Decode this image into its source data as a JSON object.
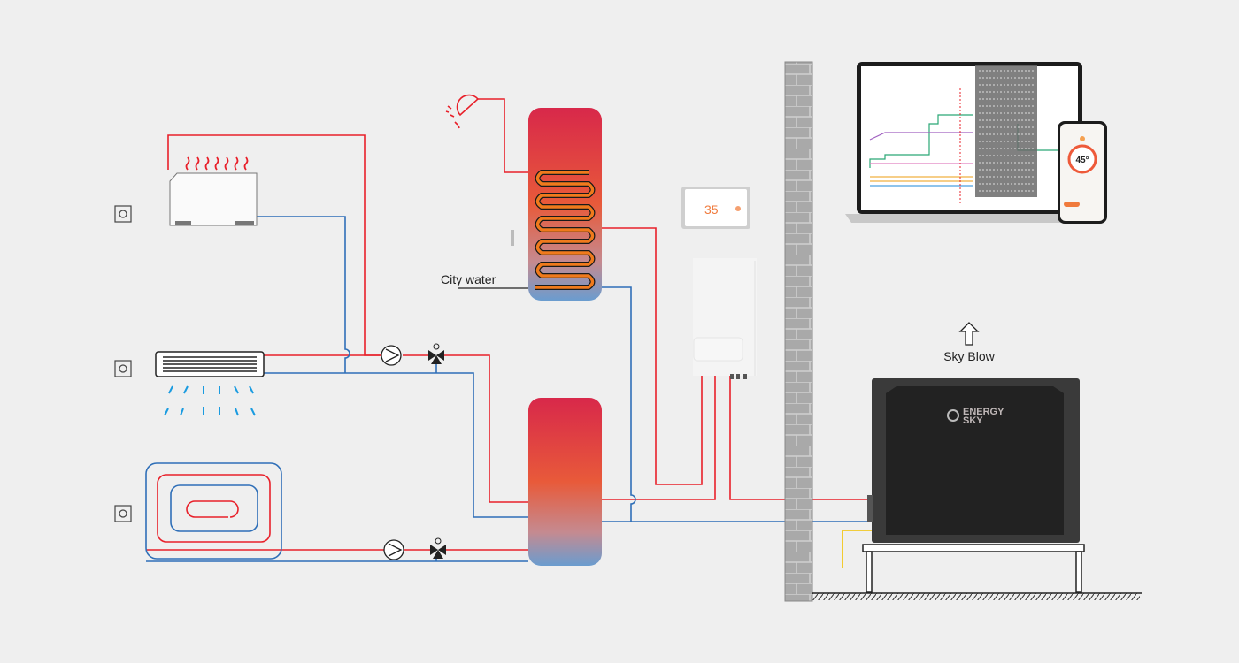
{
  "labels": {
    "city_water": "City water",
    "sky_blow": "Sky Blow"
  },
  "controller": {
    "temperature": "35"
  },
  "phone": {
    "temperature": "45°"
  },
  "heat_pump": {
    "logo_text": "ENERGY SKY"
  },
  "colors": {
    "hot_pipe": "#e8202a",
    "cold_pipe": "#2f6fb8",
    "signal_wire": "#f2c200",
    "airflow": "#1a9be0",
    "background": "#efefef"
  },
  "icons": [
    "shower-icon",
    "thermostat-icon",
    "pump-icon",
    "three-way-valve-icon",
    "up-arrow-icon"
  ]
}
